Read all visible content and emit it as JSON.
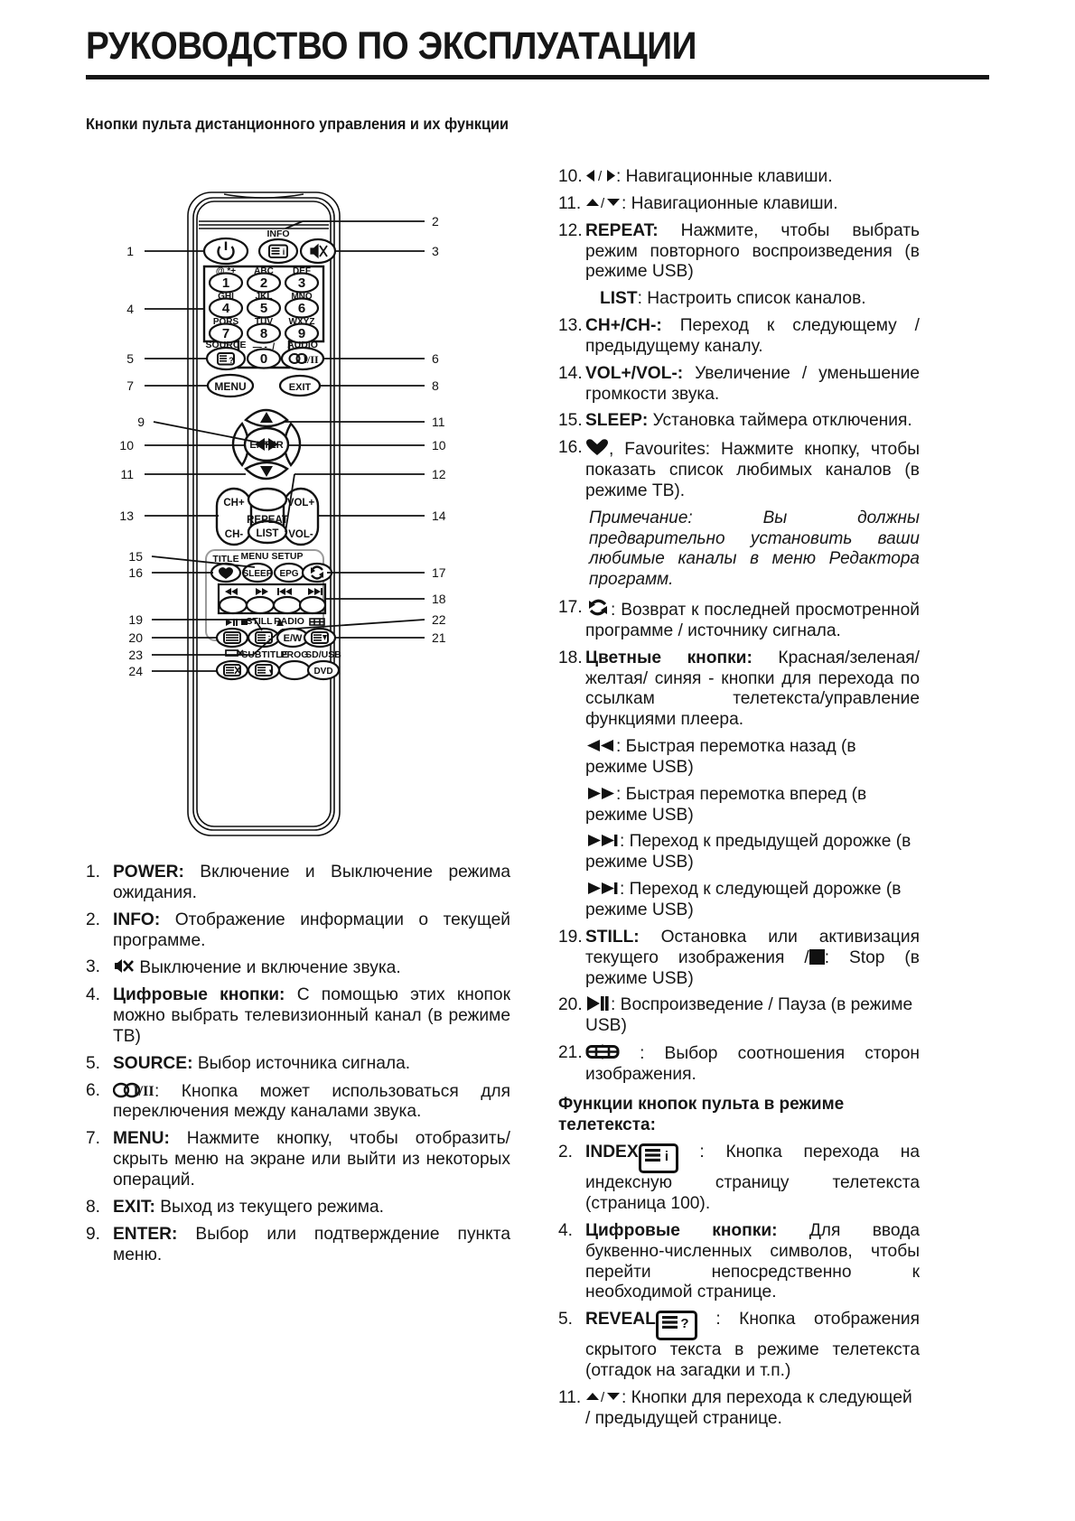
{
  "document": {
    "title": "РУКОВОДСТВО ПО ЭКСПЛУАТАЦИИ",
    "subtitle": "Кнопки пульта дистанционного управления и их функции"
  },
  "remote": {
    "callouts": [
      "1",
      "2",
      "3",
      "4",
      "5",
      "6",
      "7",
      "8",
      "9",
      "10",
      "10",
      "11",
      "11",
      "12",
      "13",
      "14",
      "15",
      "16",
      "17",
      "18",
      "19",
      "20",
      "21",
      "22",
      "23",
      "24"
    ],
    "labels": {
      "info": "INFO",
      "abc": "ABC",
      "def": "DEF",
      "ghi": "GHI",
      "jkl": "JKL",
      "mno": "MNO",
      "pqrs": "PQRS",
      "tuv": "TUV",
      "wxyz": "WXYZ",
      "sym1": "@.*+",
      "sym0": "--_-/",
      "source": "SOURCE",
      "audio": "AUDIO",
      "menu": "MENU",
      "exit": "EXIT",
      "enter": "ENTER",
      "chplus": "CH+",
      "chminus": "CH-",
      "volplus": "VOL+",
      "volminus": "VOL-",
      "repeat": "REPEAT",
      "list": "LIST",
      "title": "TITLE",
      "dvdmenu": "MENU",
      "setup": "SETUP",
      "sleep": "SLEEP",
      "epg": "EPG",
      "still": "STILL",
      "radio": "RADIO",
      "ew": "E/W",
      "subtitle": "SUBTITLE",
      "prog": "PROG",
      "sdusb": "SD/USB",
      "dvd": "DVD"
    },
    "keypad": [
      "1",
      "2",
      "3",
      "4",
      "5",
      "6",
      "7",
      "8",
      "9",
      "0"
    ]
  },
  "left_column": [
    {
      "num": "1.",
      "bold": "POWER:",
      "text": " Включение и Выключение режима ожидания."
    },
    {
      "num": "2.",
      "bold": "INFO:",
      "text": " Отображение информации о текущей программе."
    },
    {
      "num": "3.",
      "bold": "",
      "icon": "mute-icon",
      "text": " Выключение и включение звука."
    },
    {
      "num": "4.",
      "bold": "Цифровые кнопки:",
      "text": " С помощью этих кнопок можно выбрать телевизионный канал (в режиме ТВ)"
    },
    {
      "num": "5.",
      "bold": "SOURCE:",
      "text": " Выбор источника сигнала."
    },
    {
      "num": "6.",
      "bold": "",
      "icon": "audio-io-icon",
      "text": ": Кнопка может использоваться для переключения между каналами звука."
    },
    {
      "num": "7.",
      "bold": "MENU:",
      "text": " Нажмите кнопку, чтобы отобразить/ скрыть меню на экране или выйти из некоторых операций."
    },
    {
      "num": "8.",
      "bold": "EXIT:",
      "text": " Выход из текущего режима."
    },
    {
      "num": "9.",
      "bold": "ENTER:",
      "text": " Выбор или подтверждение пункта меню."
    }
  ],
  "right_column": [
    {
      "num": "10.",
      "icon": "left-right-arrows-icon",
      "text": ": Навигационные клавиши."
    },
    {
      "num": "11.",
      "icon": "up-down-arrows-icon",
      "text": ": Навигационные клавиши."
    },
    {
      "num": "12.",
      "bold": "REPEAT:",
      "text": " Нажмите, чтобы выбрать режим повторного воспроизведения (в режиме USB)"
    },
    {
      "num": "",
      "bold": "LIST",
      "text": ":  Настроить список каналов.",
      "indent": true
    },
    {
      "num": "13.",
      "bold": "CH+/CH-:",
      "text": " Переход к следующему /предыдущему каналу."
    },
    {
      "num": "14.",
      "bold": "VOL+/VOL-:",
      "text": " Увеличение / уменьшение громкости звука."
    },
    {
      "num": "15.",
      "bold": "SLEEP:",
      "text": " Установка таймера отключения."
    },
    {
      "num": "16.",
      "icon": "heart-icon",
      "text": ", Favourites: Нажмите кнопку, чтобы показать список любимых каналов (в режиме ТВ)."
    },
    {
      "num": "",
      "note": "Примечание: Вы должны предварительно установить ваши любимые каналы в меню Редактора программ."
    },
    {
      "num": "17.",
      "icon": "return-loop-icon",
      "text": ": Возврат к последней просмотренной программе / источнику сигнала."
    },
    {
      "num": "18.",
      "bold": "Цветные кнопки:",
      "text": " Красная/зеленая/желтая/ синяя - кнопки для перехода по ссылкам телетекста/управление функциями плеера."
    },
    {
      "num": "",
      "icon": "rewind-icon",
      "text": ": Быстрая перемотка назад (в режиме USB)",
      "sub": true
    },
    {
      "num": "",
      "icon": "fastforward-icon",
      "text": ": Быстрая перемотка вперед (в режиме USB)",
      "sub": true
    },
    {
      "num": "",
      "icon": "prev-track-icon",
      "text": ": Переход к предыдущей дорожке (в режиме USB)",
      "sub": true
    },
    {
      "num": "",
      "icon": "next-track-icon",
      "text": ": Переход к следующей дорожке (в режиме USB)",
      "sub": true
    },
    {
      "num": "19.",
      "bold": "STILL:",
      "text": " Остановка или активизация текущего изображения /",
      "icon_after": "stop-icon",
      "text2": ": Stop (в режиме USB)"
    },
    {
      "num": "20.",
      "icon": "play-pause-icon",
      "text": ": Воспроизведение / Пауза (в режиме USB)"
    },
    {
      "num": "21.",
      "icon": "aspect-ratio-icon",
      "text": " : Выбор соотношения сторон изображения."
    }
  ],
  "teletext_section": {
    "heading": "Функции кнопок пульта в режиме телетекста:",
    "items": [
      {
        "num": "2.",
        "bold": "INDEX",
        "icon": "index-teletext-icon",
        "text": " : Кнопка перехода на индексную страницу телетекста (страница 100)."
      },
      {
        "num": "4.",
        "bold": "Цифровые кнопки:",
        "text": " Для ввода буквенно-численных символов, чтобы перейти непосредственно к необходимой странице."
      },
      {
        "num": "5.",
        "bold": "REVEAL",
        "icon": "reveal-teletext-icon",
        "text": " : Кнопка отображения скрытого текста в режиме телетекста (отгадок на загадки и т.п.)"
      },
      {
        "num": "11.",
        "icon": "up-down-arrows-icon",
        "text": ": Кнопки для перехода к следующей / предыдущей странице."
      }
    ]
  },
  "colors": {
    "ink": "#161616",
    "paper": "#ffffff"
  }
}
